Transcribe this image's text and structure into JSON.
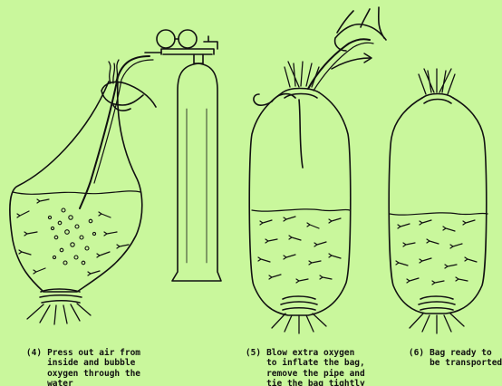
{
  "steps": [
    {
      "number": "(4)",
      "lines": [
        "Press out air from",
        "inside and bubble",
        "oxygen through the",
        "water"
      ]
    },
    {
      "number": "(5)",
      "lines": [
        "Blow extra oxygen",
        "to inflate the bag,",
        "remove the pipe and",
        "tie the bag tightly"
      ]
    },
    {
      "number": "(6)",
      "lines": [
        "Bag ready to",
        "be transported"
      ]
    }
  ],
  "colors": {
    "background": "#c9f79c",
    "ink": "#111111"
  },
  "icons": [
    "hand-icon",
    "oxygen-cylinder-icon",
    "pressure-gauge-icon",
    "fish-icon",
    "plastic-bag-icon",
    "arrow-icon"
  ]
}
